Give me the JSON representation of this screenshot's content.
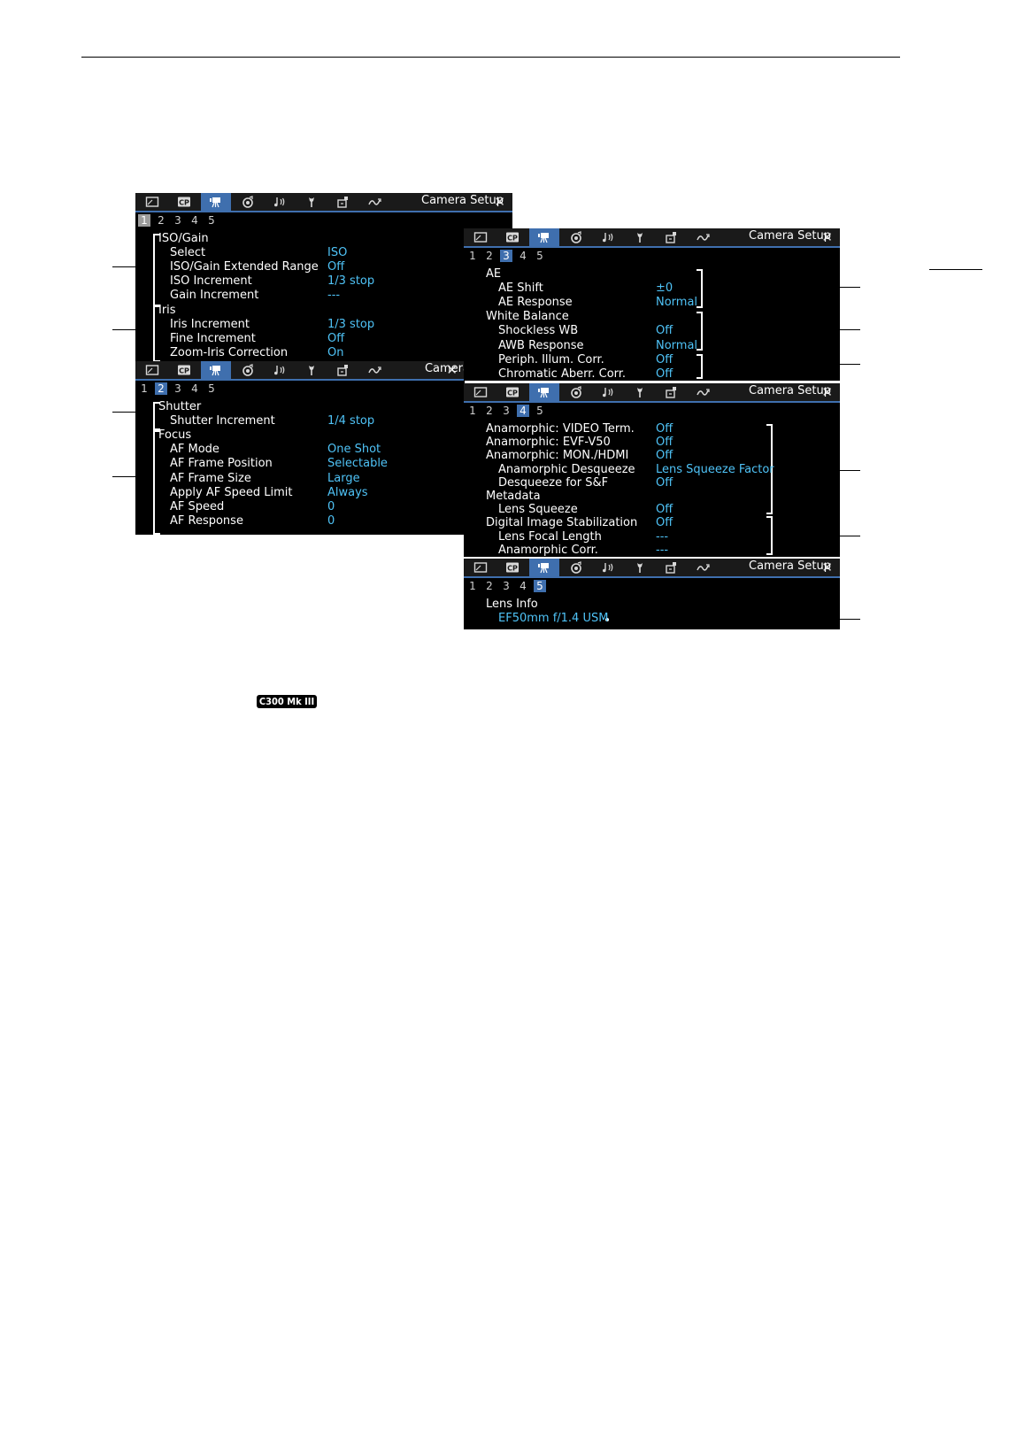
{
  "tab_icons": [
    "camera-monitor-icon",
    "custom-picture-icon",
    "camera-setup-icon",
    "recording-icon",
    "audio-icon",
    "system-icon",
    "assignable-button-icon",
    "network-icon"
  ],
  "close_glyph": "✕",
  "page_numbers": [
    "1",
    "2",
    "3",
    "4",
    "5"
  ],
  "menu_title": "Camera Setup",
  "page1": {
    "items": [
      {
        "label": "ISO/Gain",
        "value": ""
      },
      {
        "label": "Select",
        "value": "ISO"
      },
      {
        "label": "ISO/Gain Extended Range",
        "value": "Off"
      },
      {
        "label": "ISO Increment",
        "value": "1/3 stop"
      },
      {
        "label": "Gain Increment",
        "value": "---"
      },
      {
        "label": "Iris",
        "value": ""
      },
      {
        "label": "Iris Increment",
        "value": "1/3 stop"
      },
      {
        "label": "Fine Increment",
        "value": "Off"
      },
      {
        "label": "Zoom-Iris Correction",
        "value": "On"
      }
    ]
  },
  "page2": {
    "title_partial": "Camera",
    "items": [
      {
        "label": "Shutter",
        "value": ""
      },
      {
        "label": "Shutter Increment",
        "value": "1/4 stop"
      },
      {
        "label": "Focus",
        "value": ""
      },
      {
        "label": "AF Mode",
        "value": "One Shot"
      },
      {
        "label": "AF Frame Position",
        "value": "Selectable"
      },
      {
        "label": "AF Frame Size",
        "value": "Large"
      },
      {
        "label": "Apply AF Speed Limit",
        "value": "Always"
      },
      {
        "label": "AF Speed",
        "value": "0"
      },
      {
        "label": "AF Response",
        "value": "0"
      }
    ]
  },
  "page3": {
    "items": [
      {
        "label": "AE",
        "value": ""
      },
      {
        "label": "AE Shift",
        "value": "±0"
      },
      {
        "label": "AE Response",
        "value": "Normal"
      },
      {
        "label": "White Balance",
        "value": ""
      },
      {
        "label": "Shockless WB",
        "value": "Off"
      },
      {
        "label": "AWB Response",
        "value": "Normal"
      },
      {
        "label": "Periph. Illum. Corr.",
        "value": "Off"
      },
      {
        "label": "Chromatic Aberr. Corr.",
        "value": "Off"
      }
    ]
  },
  "page4": {
    "items": [
      {
        "label": "Anamorphic: VIDEO Term.",
        "value": "Off"
      },
      {
        "label": "Anamorphic: EVF-V50",
        "value": "Off"
      },
      {
        "label": "Anamorphic: MON./HDMI",
        "value": "Off"
      },
      {
        "label": "Anamorphic Desqueeze",
        "value": "Lens Squeeze Factor"
      },
      {
        "label": "Desqueeze for S&F",
        "value": "Off"
      },
      {
        "label": "Metadata",
        "value": ""
      },
      {
        "label": "Lens Squeeze",
        "value": "Off"
      },
      {
        "label": "Digital Image Stabilization",
        "value": "Off"
      },
      {
        "label": "Lens Focal Length",
        "value": "---"
      },
      {
        "label": "Anamorphic Corr.",
        "value": "---"
      }
    ]
  },
  "page5": {
    "items": [
      {
        "label": "Lens Info",
        "value": ""
      },
      {
        "label": "",
        "value": "EF50mm f/1.4 USM"
      }
    ]
  },
  "model_badge": "C300 Mk III"
}
